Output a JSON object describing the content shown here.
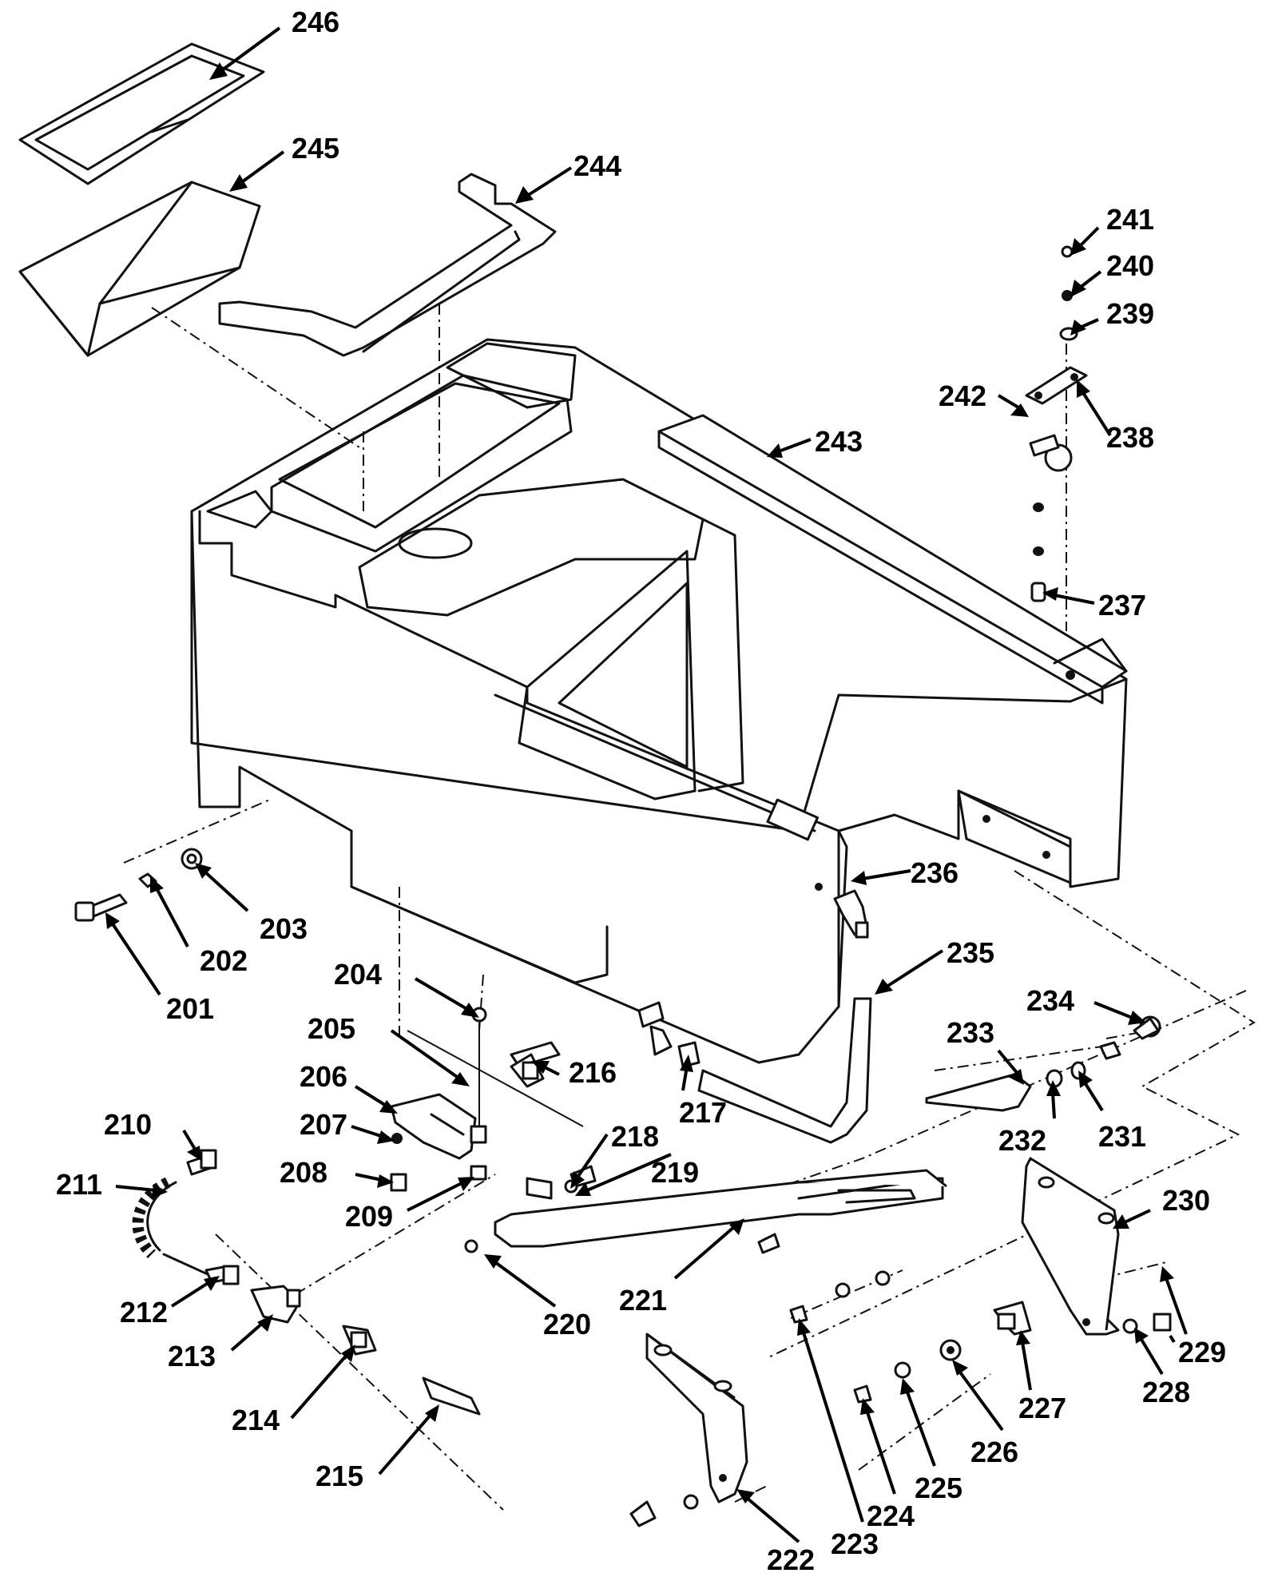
{
  "diagram": {
    "callouts": [
      {
        "id": "201",
        "label": "201"
      },
      {
        "id": "202",
        "label": "202"
      },
      {
        "id": "203",
        "label": "203"
      },
      {
        "id": "204",
        "label": "204"
      },
      {
        "id": "205",
        "label": "205"
      },
      {
        "id": "206",
        "label": "206"
      },
      {
        "id": "207",
        "label": "207"
      },
      {
        "id": "208",
        "label": "208"
      },
      {
        "id": "209",
        "label": "209"
      },
      {
        "id": "210",
        "label": "210"
      },
      {
        "id": "211",
        "label": "211"
      },
      {
        "id": "212",
        "label": "212"
      },
      {
        "id": "213",
        "label": "213"
      },
      {
        "id": "214",
        "label": "214"
      },
      {
        "id": "215",
        "label": "215"
      },
      {
        "id": "216",
        "label": "216"
      },
      {
        "id": "217",
        "label": "217"
      },
      {
        "id": "218",
        "label": "218"
      },
      {
        "id": "219",
        "label": "219"
      },
      {
        "id": "220",
        "label": "220"
      },
      {
        "id": "221",
        "label": "221"
      },
      {
        "id": "222",
        "label": "222"
      },
      {
        "id": "223",
        "label": "223"
      },
      {
        "id": "224",
        "label": "224"
      },
      {
        "id": "225",
        "label": "225"
      },
      {
        "id": "226",
        "label": "226"
      },
      {
        "id": "227",
        "label": "227"
      },
      {
        "id": "228",
        "label": "228"
      },
      {
        "id": "229",
        "label": "229"
      },
      {
        "id": "230",
        "label": "230"
      },
      {
        "id": "231",
        "label": "231"
      },
      {
        "id": "232",
        "label": "232"
      },
      {
        "id": "233",
        "label": "233"
      },
      {
        "id": "234",
        "label": "234"
      },
      {
        "id": "235",
        "label": "235"
      },
      {
        "id": "236",
        "label": "236"
      },
      {
        "id": "237",
        "label": "237"
      },
      {
        "id": "238",
        "label": "238"
      },
      {
        "id": "239",
        "label": "239"
      },
      {
        "id": "240",
        "label": "240"
      },
      {
        "id": "241",
        "label": "241"
      },
      {
        "id": "242",
        "label": "242"
      },
      {
        "id": "243",
        "label": "243"
      },
      {
        "id": "244",
        "label": "244"
      },
      {
        "id": "245",
        "label": "245"
      },
      {
        "id": "246",
        "label": "246"
      }
    ]
  }
}
